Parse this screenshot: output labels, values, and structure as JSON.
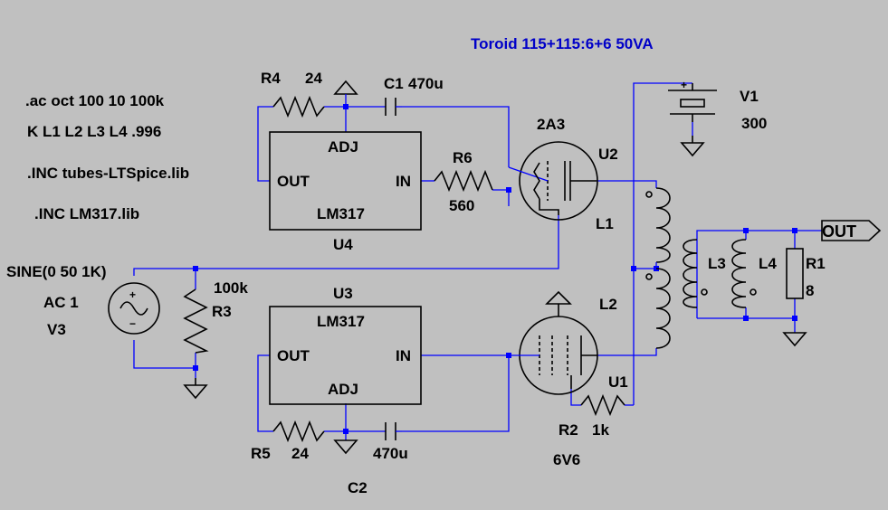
{
  "colors": {
    "background": "#c0c0c0",
    "wire": "#0000ff",
    "component": "#000000",
    "directive_text": "#0000c8",
    "junction": "#0000ff"
  },
  "directives": {
    "ac": ".ac oct 100 10 100k",
    "coupling": "K L1 L2 L3 L4 .996",
    "inc_tubes": ".INC tubes-LTSpice.lib",
    "inc_lm317": ".INC LM317.lib",
    "transformer_note": "Toroid 115+115:6+6 50VA"
  },
  "components": {
    "r4": {
      "name": "R4",
      "value": "24"
    },
    "r5": {
      "name": "R5",
      "value": "24"
    },
    "r6": {
      "name": "R6",
      "value": "560"
    },
    "r3": {
      "name": "R3",
      "value": "100k"
    },
    "r2": {
      "name": "R2",
      "value": "1k"
    },
    "r1": {
      "name": "R1",
      "value": "8"
    },
    "c1": {
      "name": "C1",
      "value": "470u"
    },
    "c2": {
      "name": "C2",
      "value": "470u"
    },
    "u4": {
      "name": "U4",
      "part": "LM317",
      "pin_adj": "ADJ",
      "pin_out": "OUT",
      "pin_in": "IN"
    },
    "u3": {
      "name": "U3",
      "part": "LM317",
      "pin_adj": "ADJ",
      "pin_out": "OUT",
      "pin_in": "IN"
    },
    "u2": {
      "name": "U2",
      "part": "2A3"
    },
    "u1": {
      "name": "U1",
      "part": "6V6"
    },
    "v1": {
      "name": "V1",
      "value": "300",
      "plus": "+"
    },
    "v3": {
      "name": "V3",
      "source": "SINE(0 50 1K)",
      "ac": "AC 1",
      "plus": "+",
      "minus": "−"
    },
    "l1": {
      "name": "L1"
    },
    "l2": {
      "name": "L2"
    },
    "l3": {
      "name": "L3"
    },
    "l4": {
      "name": "L4"
    },
    "out": {
      "label": "OUT"
    }
  }
}
